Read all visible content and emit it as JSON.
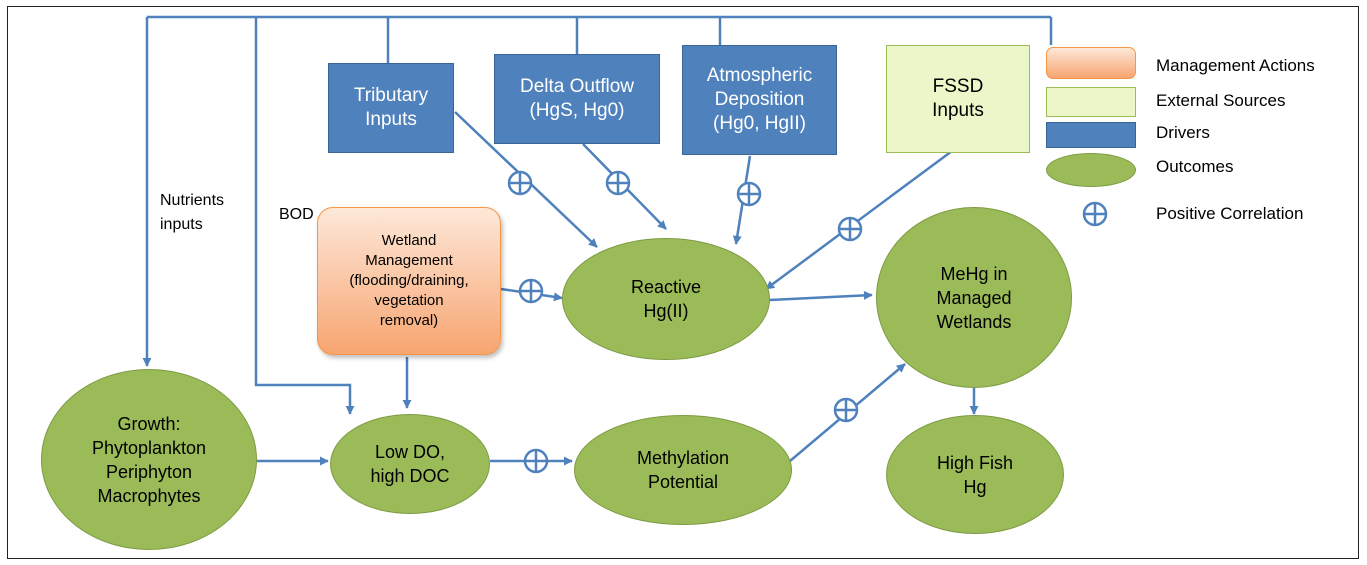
{
  "nodes": {
    "tributary": "Tributary\nInputs",
    "delta_outflow": "Delta Outflow\n(HgS, Hg0)",
    "atmospheric": "Atmospheric\nDeposition\n(Hg0, HgII)",
    "fssd": "FSSD\nInputs",
    "wetland_mgmt": "Wetland\nManagement\n(flooding/draining,\nvegetation\nremoval)",
    "reactive_hg": "Reactive\nHg(II)",
    "mehg": "MeHg in\nManaged\nWetlands",
    "growth": "Growth:\nPhytoplankton\nPeriphyton\nMacrophytes",
    "low_do": "Low DO,\nhigh DOC",
    "methylation": "Methylation\nPotential",
    "high_fish": "High Fish\nHg"
  },
  "labels": {
    "nutrients": "Nutrients\ninputs",
    "bod": "BOD"
  },
  "legend": {
    "management_actions": "Management Actions",
    "external_sources": "External Sources",
    "drivers": "Drivers",
    "outcomes": "Outcomes",
    "positive_correlation": "Positive Correlation"
  },
  "colors": {
    "driver_fill": "#4f81bd",
    "external_fill": "#ebf7c8",
    "action_fill": "#f7a571",
    "outcome_fill": "#9bbb59",
    "arrow": "#4f81bd"
  }
}
